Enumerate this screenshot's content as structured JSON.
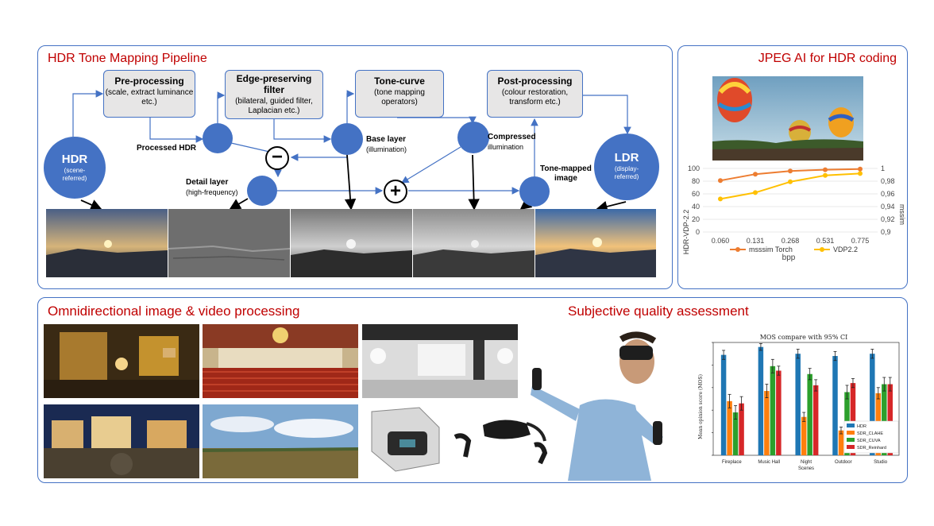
{
  "pipeline": {
    "title": "HDR Tone Mapping Pipeline",
    "boxes": {
      "pre": {
        "title": "Pre-processing",
        "sub": "(scale, extract luminance etc.)"
      },
      "edge": {
        "title": "Edge-preserving filter",
        "sub": "(bilateral, guided filter, Laplacian etc.)"
      },
      "curve": {
        "title": "Tone-curve",
        "sub": "(tone mapping operators)"
      },
      "post": {
        "title": "Post-processing",
        "sub": "(colour restoration, transform etc.)"
      }
    },
    "hdr": {
      "title": "HDR",
      "sub": "(scene-referred)"
    },
    "ldr": {
      "title": "LDR",
      "sub": "(display-referred)"
    },
    "labels": {
      "processed_hdr": "Processed HDR",
      "base_layer": "Base layer",
      "base_sub": "(illumination)",
      "compressed": "Compressed",
      "compressed_sub": "illumination",
      "detail_layer": "Detail layer",
      "detail_sub": "(high-frequency)",
      "tonemapped": "Tone-mapped",
      "tonemapped_sub": "image"
    },
    "ops": {
      "minus": "−",
      "plus": "+"
    }
  },
  "jpeg": {
    "title": "JPEG AI for HDR coding",
    "chart_data": {
      "type": "line",
      "x": [
        "0.060",
        "0.131",
        "0.268",
        "0.531",
        "0.775"
      ],
      "xlabel": "bpp",
      "ylabel": "HDR-VDP-2.2",
      "y2label": "mssim",
      "y_ticks": [
        "100",
        "80",
        "60",
        "40",
        "20",
        "0"
      ],
      "y2_ticks": [
        "1",
        "0,98",
        "0,96",
        "0,94",
        "0,92",
        "0,9"
      ],
      "ylim": [
        0,
        100
      ],
      "y2lim": [
        0.9,
        1.0
      ],
      "series": [
        {
          "name": "msssim Torch",
          "axis": "y2",
          "color": "#ed7d31",
          "values": [
            0.981,
            0.991,
            0.996,
            0.998,
            0.999
          ]
        },
        {
          "name": "VDP2.2",
          "axis": "y",
          "color": "#ffc000",
          "values": [
            52,
            62,
            79,
            89,
            92
          ]
        }
      ]
    }
  },
  "omni": {
    "title": "Omnidirectional image & video processing"
  },
  "subjective": {
    "title": "Subjective quality assessment",
    "chart_data": {
      "type": "bar",
      "title": "MOS compare with 95% CI",
      "ylabel": "Mean opinion score (MOS)",
      "categories": [
        "Fireplace",
        "Music Hall",
        "Night Scenes",
        "Outdoor",
        "Studio"
      ],
      "category_lines": [
        [
          "Fireplace"
        ],
        [
          "Music Hall"
        ],
        [
          "Night",
          "Scenes"
        ],
        [
          "Outdoor"
        ],
        [
          "Studio"
        ]
      ],
      "ylim": [
        0,
        5
      ],
      "series": [
        {
          "name": "HDR",
          "color": "#1f77b4",
          "values": [
            4.45,
            4.8,
            4.5,
            4.4,
            4.5
          ],
          "ci": [
            0.2,
            0.15,
            0.2,
            0.2,
            0.2
          ]
        },
        {
          "name": "SDR_CLAHE",
          "color": "#ff7f0e",
          "values": [
            2.4,
            2.85,
            1.7,
            1.1,
            2.75
          ],
          "ci": [
            0.3,
            0.3,
            0.2,
            0.15,
            0.25
          ]
        },
        {
          "name": "SDR_CUVA",
          "color": "#2ca02c",
          "values": [
            1.9,
            3.95,
            3.6,
            2.8,
            3.15
          ],
          "ci": [
            0.3,
            0.3,
            0.25,
            0.3,
            0.3
          ]
        },
        {
          "name": "SDR_Reinhard",
          "color": "#d62728",
          "values": [
            2.3,
            3.75,
            3.1,
            3.2,
            3.15
          ],
          "ci": [
            0.3,
            0.2,
            0.25,
            0.2,
            0.3
          ]
        }
      ]
    }
  }
}
